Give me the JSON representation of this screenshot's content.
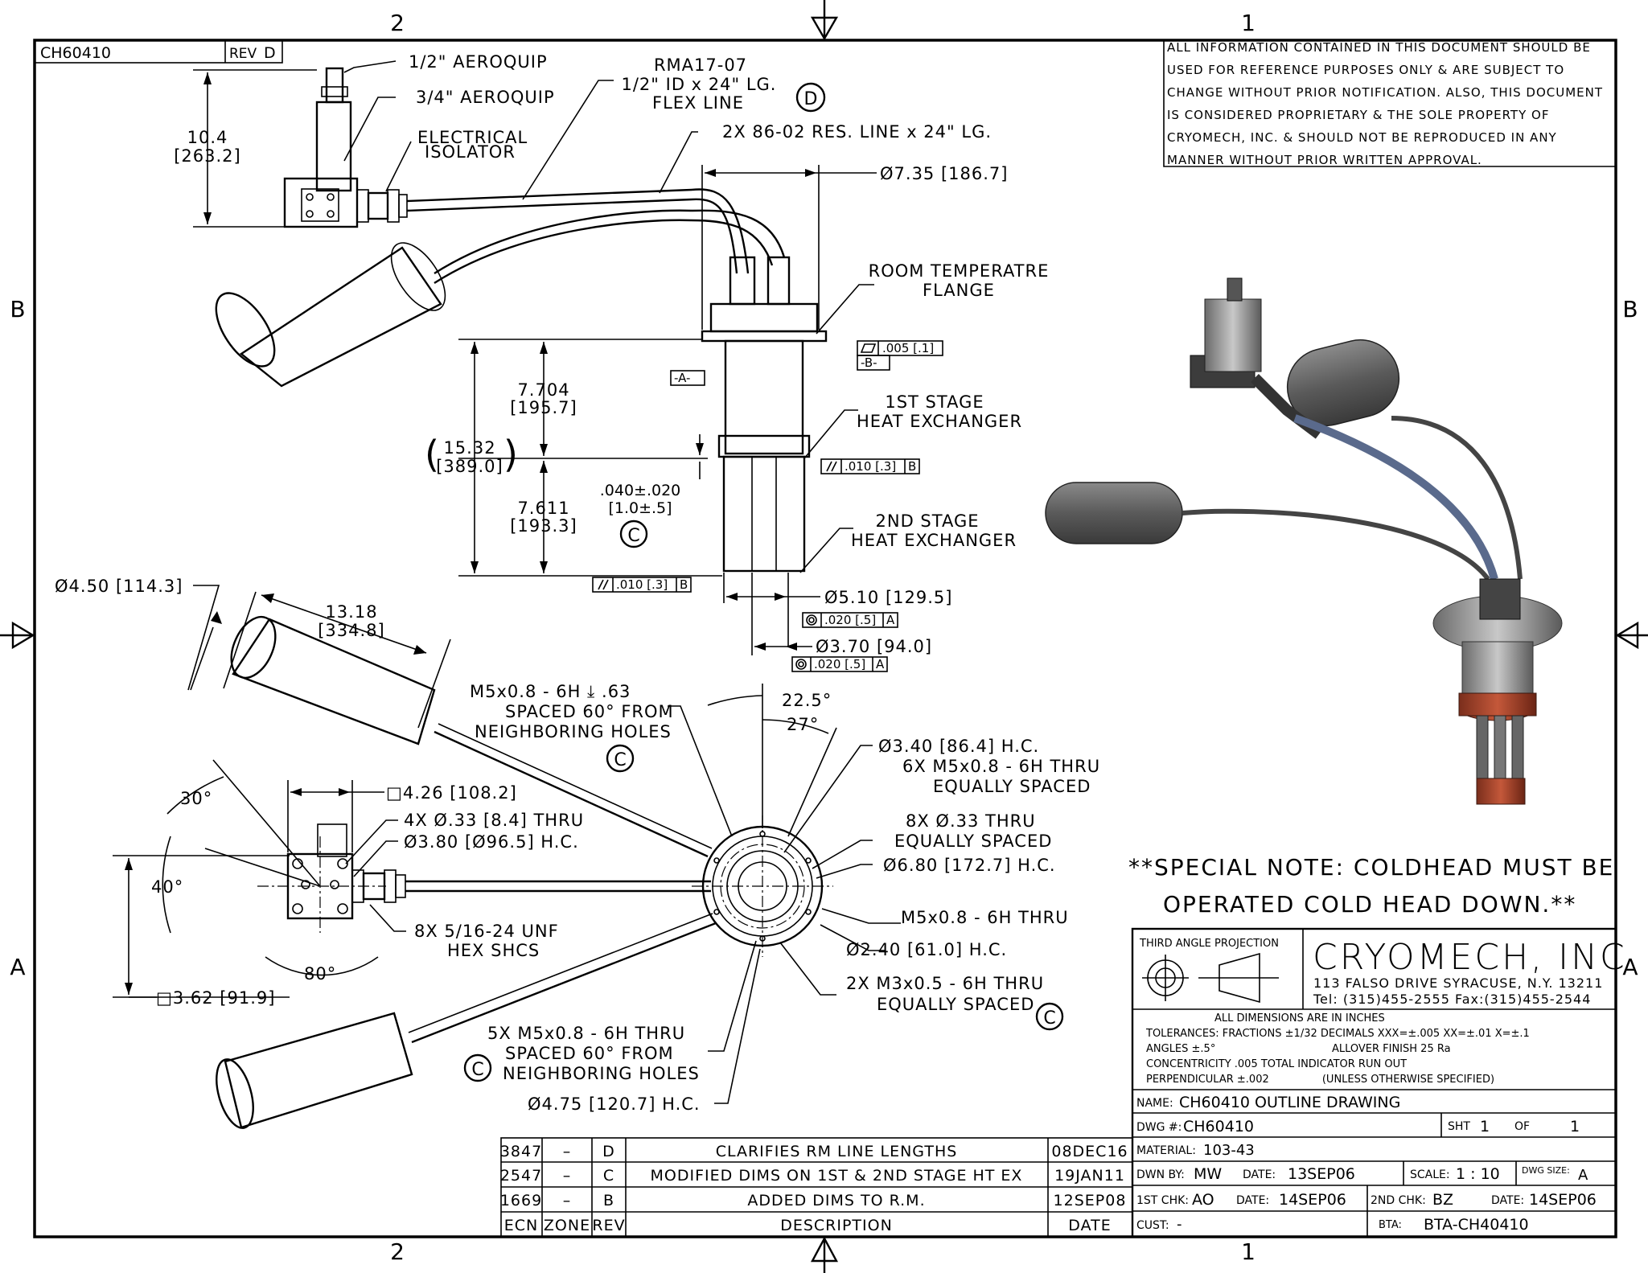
{
  "title_block": {
    "part_number": "CH60410",
    "rev_label": "REV",
    "rev_value": "D",
    "company": "CRYOMECH, INC",
    "address": "113 FALSO DRIVE SYRACUSE, N.Y. 13211",
    "phone": "Tel: (315)455-2555 Fax:(315)455-2544",
    "projection": "THIRD ANGLE PROJECTION",
    "tolerance_lines": [
      "ALL DIMENSIONS ARE IN INCHES",
      "TOLERANCES: FRACTIONS ±1/32 DECIMALS XXX=±.005 XX=±.01 X=±.1",
      "ANGLES ±.5°                                   ALLOVER FINISH 25 Ra",
      "CONCENTRICITY .005 TOTAL INDICATOR RUN OUT",
      "PERPENDICULAR ±.002                (UNLESS OTHERWISE SPECIFIED)"
    ],
    "name_label": "NAME:",
    "name_value": "CH60410 OUTLINE DRAWING",
    "dwg_label": "DWG #:",
    "dwg_value": "CH60410",
    "sht_label": "SHT",
    "sht_value": "1",
    "of_label": "OF",
    "of_value": "1",
    "material_label": "MATERIAL:",
    "material_value": "103-43",
    "dwn_label": "DWN BY:",
    "dwn_value": "MW",
    "date1_label": "DATE:",
    "date1_value": "13SEP06",
    "scale_label": "SCALE:",
    "scale_value": "1 : 10",
    "dwgsize_label": "DWG SIZE:",
    "dwgsize_value": "A",
    "chk1_label": "1ST CHK:",
    "chk1_value": "AO",
    "date2_label": "DATE:",
    "date2_value": "14SEP06",
    "chk2_label": "2ND CHK:",
    "chk2_value": "BZ",
    "date3_label": "DATE:",
    "date3_value": "14SEP06",
    "cust_label": "CUST:",
    "cust_value": "-",
    "bta_label": "BTA:",
    "bta_value": "BTA-CH40410"
  },
  "revisions": {
    "headers": [
      "ECN",
      "ZONE",
      "REV",
      "DESCRIPTION",
      "DATE"
    ],
    "rows": [
      [
        "3847",
        "–",
        "D",
        "CLARIFIES RM LINE LENGTHS",
        "08DEC16"
      ],
      [
        "2547",
        "–",
        "C",
        "MODIFIED DIMS ON 1ST & 2ND STAGE HT EX",
        "19JAN11"
      ],
      [
        "1669",
        "–",
        "B",
        "ADDED DIMS TO R.M.",
        "12SEP08"
      ]
    ]
  },
  "disclaimer": [
    "ALL INFORMATION CONTAINED IN THIS DOCUMENT SHOULD BE",
    "USED FOR REFERENCE PURPOSES ONLY & ARE SUBJECT TO",
    "CHANGE WITHOUT PRIOR NOTIFICATION. ALSO, THIS DOCUMENT",
    "IS CONSIDERED PROPRIETARY & THE SOLE PROPERTY OF",
    "CRYOMECH, INC. & SHOULD NOT BE REPRODUCED IN ANY",
    "MANNER WITHOUT PRIOR WRITTEN APPROVAL."
  ],
  "special_note": [
    "**SPECIAL NOTE: COLDHEAD MUST BE",
    "OPERATED COLD HEAD DOWN.**"
  ],
  "zones": {
    "col_left": "2",
    "col_right": "1",
    "row_top": "B",
    "row_bottom": "A"
  },
  "callouts": {
    "aeroquip_half": "1/2\" AEROQUIP",
    "aeroquip_3q": "3/4\" AEROQUIP",
    "isolator_1": "ELECTRICAL",
    "isolator_2": "ISOLATOR",
    "flex_1": "RMA17-07",
    "flex_2": "1/2\" ID x 24\" LG.",
    "flex_3": "FLEX LINE",
    "res_line": "2X 86-02 RES. LINE x 24\" LG.",
    "height_in": "10.4",
    "height_mm": "[263.2]",
    "flange_dia": "Ø7.35 [186.7]",
    "rt_flange_1": "ROOM TEMPERATRE",
    "rt_flange_2": "FLANGE",
    "flatness": ".005 [.1]",
    "datum_b": "-B-",
    "datum_a": "-A-",
    "d1_in": "7.704",
    "d1_mm": "[195.7]",
    "d_total_in": "15.32",
    "d_total_mm": "[389.0]",
    "d2_in": "7.611",
    "d2_mm": "[193.3]",
    "gap_in": ".040±.020",
    "gap_mm": "[1.0±.5]",
    "hx1_1": "1ST STAGE",
    "hx1_2": "HEAT EXCHANGER",
    "hx2_1": "2ND STAGE",
    "hx2_2": "HEAT EXCHANGER",
    "parallel1": ".010 [.3]",
    "parallel_ref": "B",
    "parallel2": ".010 [.3]",
    "dia_510": "Ø5.10 [129.5]",
    "conc1": ".020 [.5]",
    "conc_ref": "A",
    "dia_370": "Ø3.70 [94.0]",
    "conc2": ".020 [.5]",
    "tank_dia": "Ø4.50 [114.3]",
    "tank_len_in": "13.18",
    "tank_len_mm": "[334.8]",
    "m5_top_1": "M5x0.8 - 6H ⤓ .63",
    "m5_top_2": "SPACED 60° FROM",
    "m5_top_3": "NEIGHBORING HOLES",
    "ang_225": "22.5°",
    "ang_27": "27°",
    "hc_340": "Ø3.40 [86.4] H.C.",
    "m5_6x_1": "6X M5x0.8 - 6H THRU",
    "m5_6x_2": "EQUALLY SPACED",
    "h8x_1": "8X Ø.33 THRU",
    "h8x_2": "EQUALLY SPACED",
    "hc_680": "Ø6.80 [172.7] H.C.",
    "m5_thru": "M5x0.8 - 6H THRU",
    "hc_240": "Ø2.40 [61.0] H.C.",
    "m3_1": "2X M3x0.5 - 6H THRU",
    "m3_2": "EQUALLY SPACED",
    "m5_5x_1": "5X M5x0.8 - 6H THRU",
    "m5_5x_2": "SPACED 60° FROM",
    "m5_5x_3": "NEIGHBORING HOLES",
    "hc_475": "Ø4.75 [120.7] H.C.",
    "sq_426": "□4.26 [108.2]",
    "holes_4x": "4X Ø.33 [8.4] THRU",
    "hc_380": "Ø3.80 [Ø96.5] H.C.",
    "shcs_1": "8X 5/16-24 UNF",
    "shcs_2": "HEX SHCS",
    "sq_362": "□3.62 [91.9]",
    "ang_30": "30°",
    "ang_40": "40°",
    "ang_80": "80°",
    "rev_c": "C",
    "rev_d": "D"
  }
}
